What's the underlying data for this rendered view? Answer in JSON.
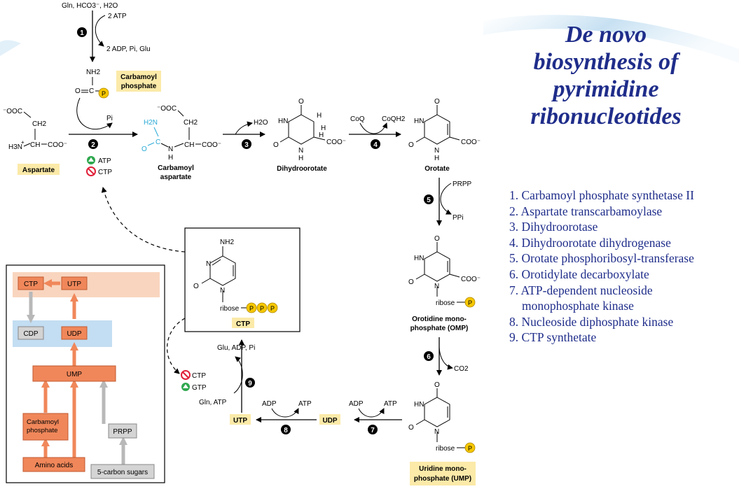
{
  "title_lines": [
    "De novo",
    "biosynthesis of",
    "pyrimidine",
    "ribonucleotides"
  ],
  "enzymes": [
    "1. Carbamoyl phosphate synthetase II",
    "2. Aspartate transcarbamoylase",
    "3. Dihydroorotase",
    "4. Dihydroorotate dihydrogenase",
    "5. Orotate phosphoribosyl-transferase",
    "6. Orotidylate decarboxylate",
    "7. ATP-dependent nucleoside",
    "monophosphate kinase",
    "8. Nucleoside diphosphate kinase",
    "9. CTP synthetate"
  ],
  "colors": {
    "title": "#1f2d8a",
    "label_bg": "#fbeaa8",
    "phosphate": "#f6c700",
    "overview_orange": "#f0875a",
    "overview_gray": "#b8b8b8",
    "cyan": "#29a9d6"
  },
  "step_numbers": [
    "1",
    "2",
    "3",
    "4",
    "5",
    "6",
    "7",
    "8",
    "9"
  ],
  "reactants": {
    "step1_top": "Gln, HCO3⁻, H2O",
    "step1_in": "2 ATP",
    "step1_out": "2 ADP, Pi, Glu",
    "step2_out": "Pi",
    "step3_out": "H2O",
    "step4_in": "CoQ",
    "step4_out": "CoQH2",
    "step5_in": "PRPP",
    "step5_out": "PPi",
    "step6_out": "CO2",
    "step7_in": "ADP",
    "step7_out": "ATP",
    "step8_in": "ADP",
    "step8_out": "ATP",
    "step9_out": "Glu, ADP, Pi",
    "step9_in": "Gln, ATP"
  },
  "regulation": {
    "atp": "ATP",
    "ctp": "CTP",
    "ctp2": "CTP",
    "gtp": "GTP"
  },
  "compound_labels": {
    "carbamoyl_phosphate": [
      "Carbamoyl",
      "phosphate"
    ],
    "aspartate": "Aspartate",
    "carbamoyl_aspartate": [
      "Carbamoyl",
      "aspartate"
    ],
    "dihydroorotate": "Dihydroorotate",
    "orotate": "Orotate",
    "omp": [
      "Orotidine mono-",
      "phosphate (OMP)"
    ],
    "ump_full": [
      "Uridine mono-",
      "phosphate (UMP)"
    ],
    "udp": "UDP",
    "utp": "UTP",
    "ctp": "CTP"
  },
  "structure_text": {
    "nh2": "NH2",
    "p": "P",
    "ribose": "ribose",
    "coo": "COO⁻",
    "ooc": "⁻OOC",
    "h3n": "H3N",
    "hn": "HN",
    "o": "O",
    "c": "C",
    "ch": "CH",
    "ch2": "CH2",
    "n": "N",
    "h": "H",
    "plus": "+",
    "cyan_h2n": "H2N"
  },
  "overview": {
    "boxes": [
      "CTP",
      "UTP",
      "CDP",
      "UDP",
      "UMP",
      "Carbamoyl phosphate",
      "PRPP",
      "Amino acids",
      "5-carbon sugars"
    ]
  }
}
